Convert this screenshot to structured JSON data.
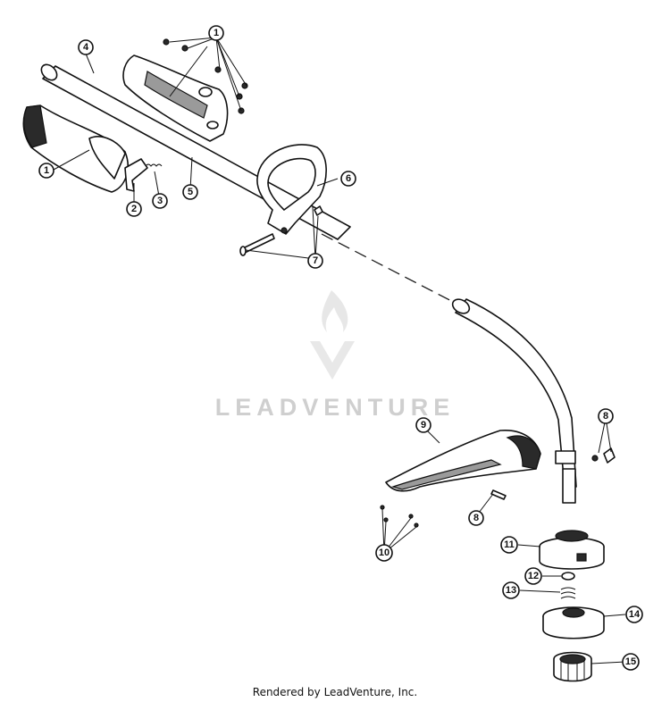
{
  "watermark": {
    "brand": "LEADVENTURE"
  },
  "footer": {
    "text": "Rendered by LeadVenture, Inc."
  },
  "callouts": [
    {
      "id": "c1a",
      "label": "1"
    },
    {
      "id": "c1b",
      "label": "1"
    },
    {
      "id": "c2",
      "label": "2"
    },
    {
      "id": "c3",
      "label": "3"
    },
    {
      "id": "c4",
      "label": "4"
    },
    {
      "id": "c5",
      "label": "5"
    },
    {
      "id": "c6",
      "label": "6"
    },
    {
      "id": "c7",
      "label": "7"
    },
    {
      "id": "c8a",
      "label": "8"
    },
    {
      "id": "c8b",
      "label": "8"
    },
    {
      "id": "c9",
      "label": "9"
    },
    {
      "id": "c10",
      "label": "10"
    },
    {
      "id": "c11",
      "label": "11"
    },
    {
      "id": "c12",
      "label": "12"
    },
    {
      "id": "c13",
      "label": "13"
    },
    {
      "id": "c14",
      "label": "14"
    },
    {
      "id": "c15",
      "label": "15"
    }
  ]
}
